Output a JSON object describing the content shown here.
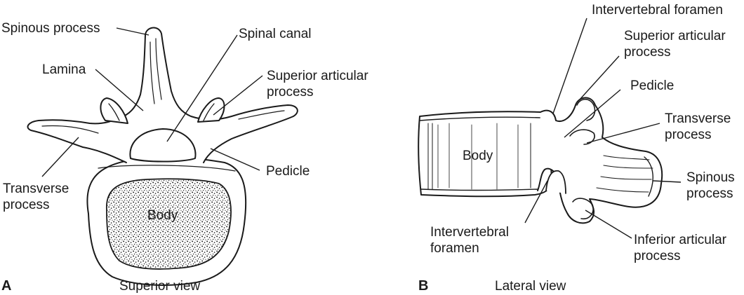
{
  "superior": {
    "panel_letter": "A",
    "view_title": "Superior view",
    "labels": {
      "spinous_process": "Spinous process",
      "lamina": "Lamina",
      "spinal_canal": "Spinal canal",
      "superior_articular_line1": "Superior articular",
      "superior_articular_line2": "process",
      "pedicle": "Pedicle",
      "transverse_line1": "Transverse",
      "transverse_line2": "process",
      "body": "Body"
    }
  },
  "lateral": {
    "panel_letter": "B",
    "view_title": "Lateral view",
    "labels": {
      "intervertebral_foramen_top": "Intervertebral foramen",
      "superior_articular_line1": "Superior articular",
      "superior_articular_line2": "process",
      "pedicle": "Pedicle",
      "transverse_line1": "Transverse",
      "transverse_line2": "process",
      "spinous_line1": "Spinous",
      "spinous_line2": "process",
      "inferior_articular_line1": "Inferior articular",
      "inferior_articular_line2": "process",
      "intervertebral_foramen_line1": "Intervertebral",
      "intervertebral_foramen_line2": "foramen",
      "body": "Body"
    }
  },
  "colors": {
    "ink": "#1a1a1a",
    "background": "#ffffff"
  }
}
